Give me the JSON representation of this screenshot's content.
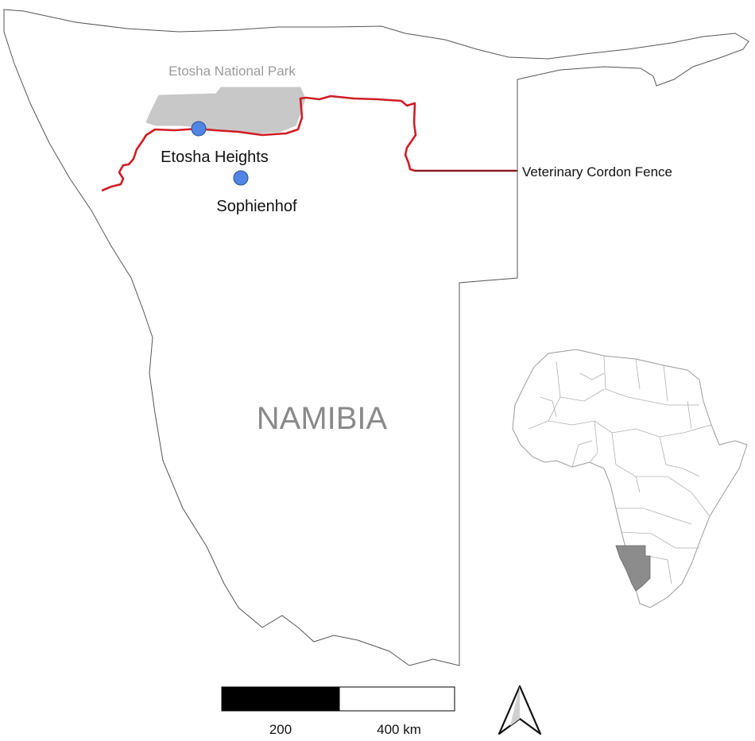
{
  "map": {
    "country_label": "NAMIBIA",
    "park_label": "Etosha National Park",
    "fence_label": "Veterinary Cordon Fence",
    "sites": [
      {
        "id": "etosha-heights",
        "label": "Etosha Heights"
      },
      {
        "id": "sophienhof",
        "label": "Sophienhof"
      }
    ]
  },
  "scale_bar": {
    "tick_labels": [
      "200",
      "400 km"
    ]
  },
  "north_arrow": {
    "icon": "north-arrow-icon"
  },
  "colors": {
    "fence": "#d01c24",
    "park": "#c8c8c8",
    "site": "#4f86e6",
    "highlight": "#8c8c8c",
    "outline": "#555555"
  }
}
